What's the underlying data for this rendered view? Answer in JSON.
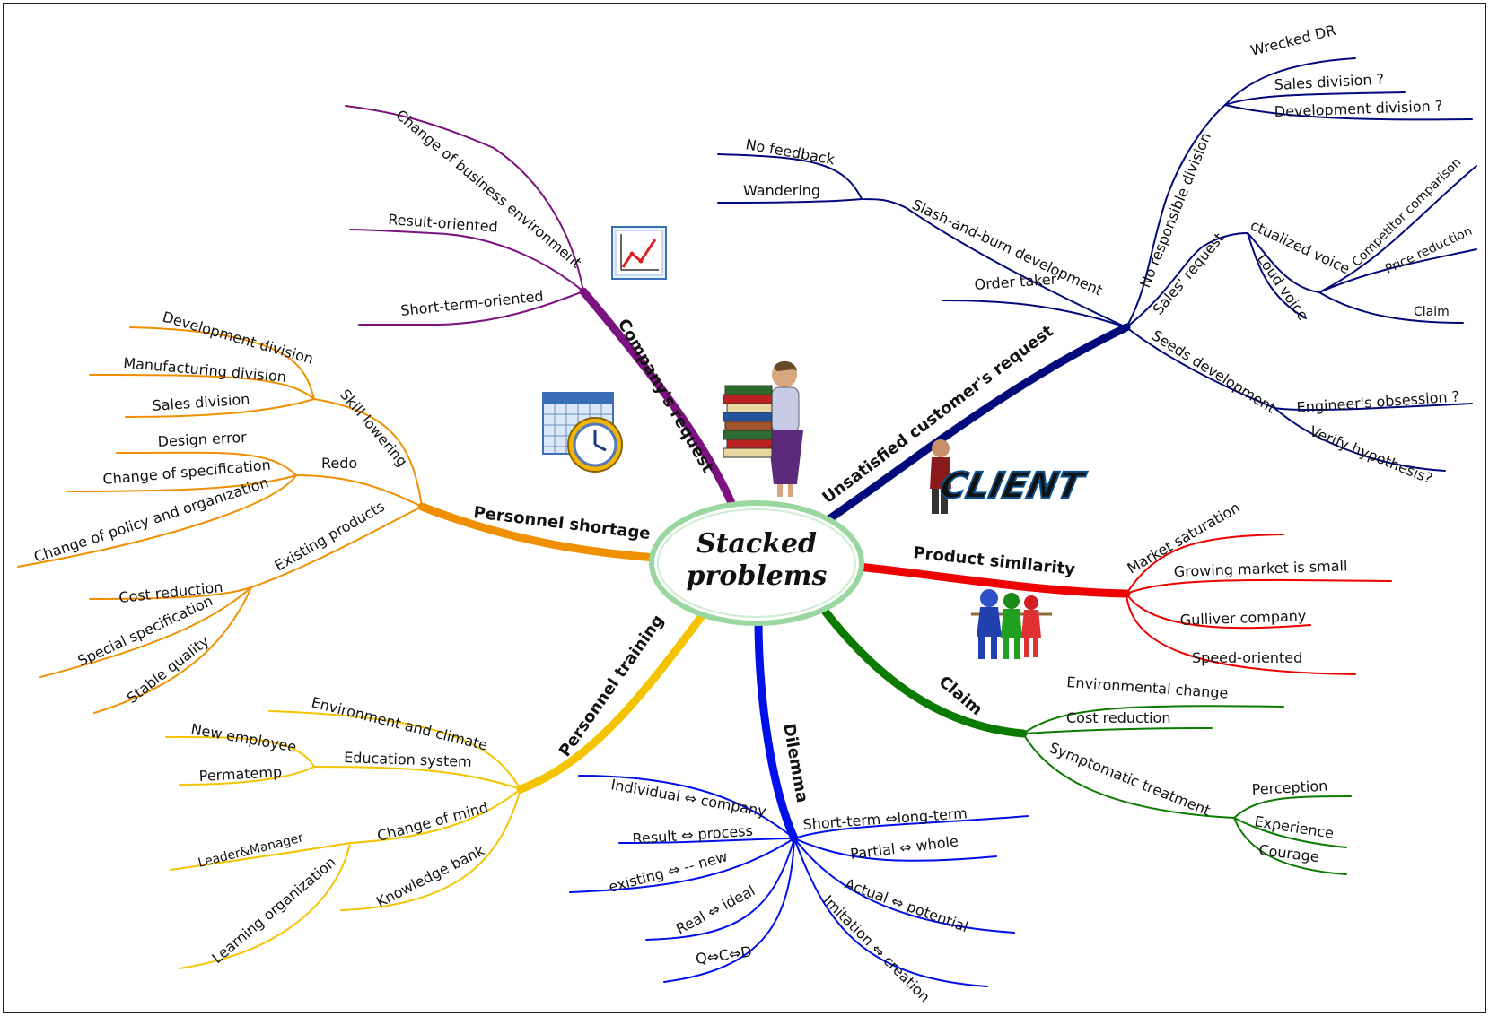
{
  "center": {
    "line1": "Stacked",
    "line2": "problems"
  },
  "colors": {
    "purple": "#7b127f",
    "navy": "#000a7a",
    "orange": "#f09000",
    "yellow": "#f5c400",
    "blue": "#0010e8",
    "red": "#ee0000",
    "green": "#0a7a00",
    "frame": "#222222"
  },
  "branches": {
    "company": {
      "label": "Company's request",
      "items": {
        "change_env": "Change of business environment",
        "result": "Result-oriented",
        "short": "Short-term-oriented"
      }
    },
    "customer": {
      "label": "Unsatisfied customer's request",
      "slash": "Slash-and-burn development",
      "no_feedback": "No feedback",
      "wandering": "Wandering",
      "order_taker": "Order taker",
      "no_resp": "No responsible division",
      "wrecked": "Wrecked DR",
      "sales_div": "Sales division ?",
      "dev_div": "Development division ?",
      "sales_req": "Sales' request",
      "actualized": "ctualized voice",
      "loud": "Loud voice",
      "competitor": "Competitor comparison",
      "price": "Price reduction",
      "claim": "Claim",
      "seeds": "Seeds development",
      "engineer": "Engineer's obsession ?",
      "verify": "Verify hypothesis?"
    },
    "personnel_shortage": {
      "label": "Personnel shortage",
      "skill": "Skill lowering",
      "dev_division": "Development division",
      "manu_division": "Manufacturing division",
      "sales_division": "Sales division",
      "redo": "Redo",
      "design_error": "Design error",
      "change_spec": "Change of specification",
      "change_policy": "Change of policy and organization",
      "existing": "Existing products",
      "cost_reduction": "Cost reduction",
      "special_spec": "Special specification",
      "stable": "Stable quality"
    },
    "similarity": {
      "label": "Product similarity",
      "saturation": "Market saturation",
      "growing": "Growing market is small",
      "gulliver": "Gulliver company",
      "speed": "Speed-oriented"
    },
    "claim": {
      "label": "Claim",
      "env_change": "Environmental change",
      "cost": "Cost reduction",
      "symptomatic": "Symptomatic treatment",
      "perception": "Perception",
      "experience": "Experience",
      "courage": "Courage"
    },
    "training": {
      "label": "Personnel training",
      "env_climate": "Environment and climate",
      "education": "Education system",
      "new_employee": "New employee",
      "permatemp": "Permatemp",
      "change_mind": "Change of mind",
      "leader": "Leader&Manager",
      "learning": "Learning organization",
      "knowledge": "Knowledge bank"
    },
    "dilemma": {
      "label": "Dilemma",
      "individual": "Individual ⇔ company",
      "result": "Result ⇔ process",
      "existing": "existing ⇔ -- new",
      "real": "Real ⇔ ideal",
      "qcd": "Q⇔C⇔D",
      "short": "Short-term ⇔long-term",
      "partial": "Partial ⇔ whole",
      "actual": "Actual ⇔ potential",
      "imitation": "Imitation ⇔ creation"
    }
  },
  "clipart": {
    "client_text": "CLIENT",
    "chart_icon": "line-chart-icon",
    "calendar_icon": "calendar-clock-icon",
    "person_books": "person-carrying-books",
    "person_client": "person-pushing-client-sign",
    "tug_of_war": "people-pulling-rope"
  }
}
